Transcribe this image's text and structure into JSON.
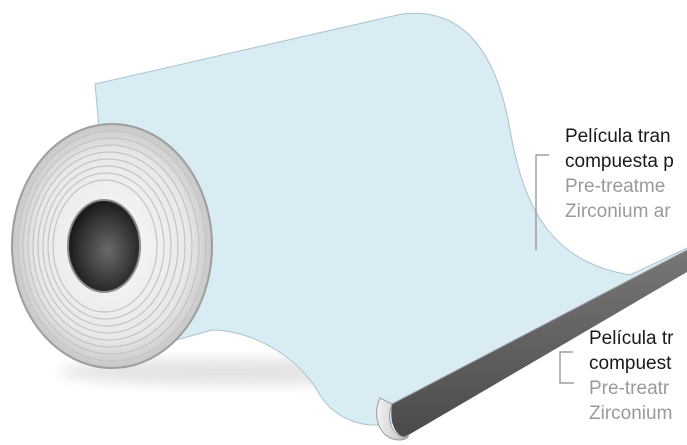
{
  "callouts": {
    "top": {
      "line1": "Película tran",
      "line2": "compuesta p",
      "line3": "Pre-treatme",
      "line4": "Zirconium ar"
    },
    "bottom": {
      "line1": "Película tr",
      "line2": "compuest",
      "line3": "Pre-treatr",
      "line4": "Zirconium"
    }
  },
  "colors": {
    "film": "#d9ecf3",
    "roll_edge": "#ebebeb",
    "core": "#2e2e2e",
    "strip": "#5a5a5a",
    "leader": "#8a8a8a",
    "text_primary": "#1a1a1a",
    "text_secondary": "#9a9a9a"
  }
}
